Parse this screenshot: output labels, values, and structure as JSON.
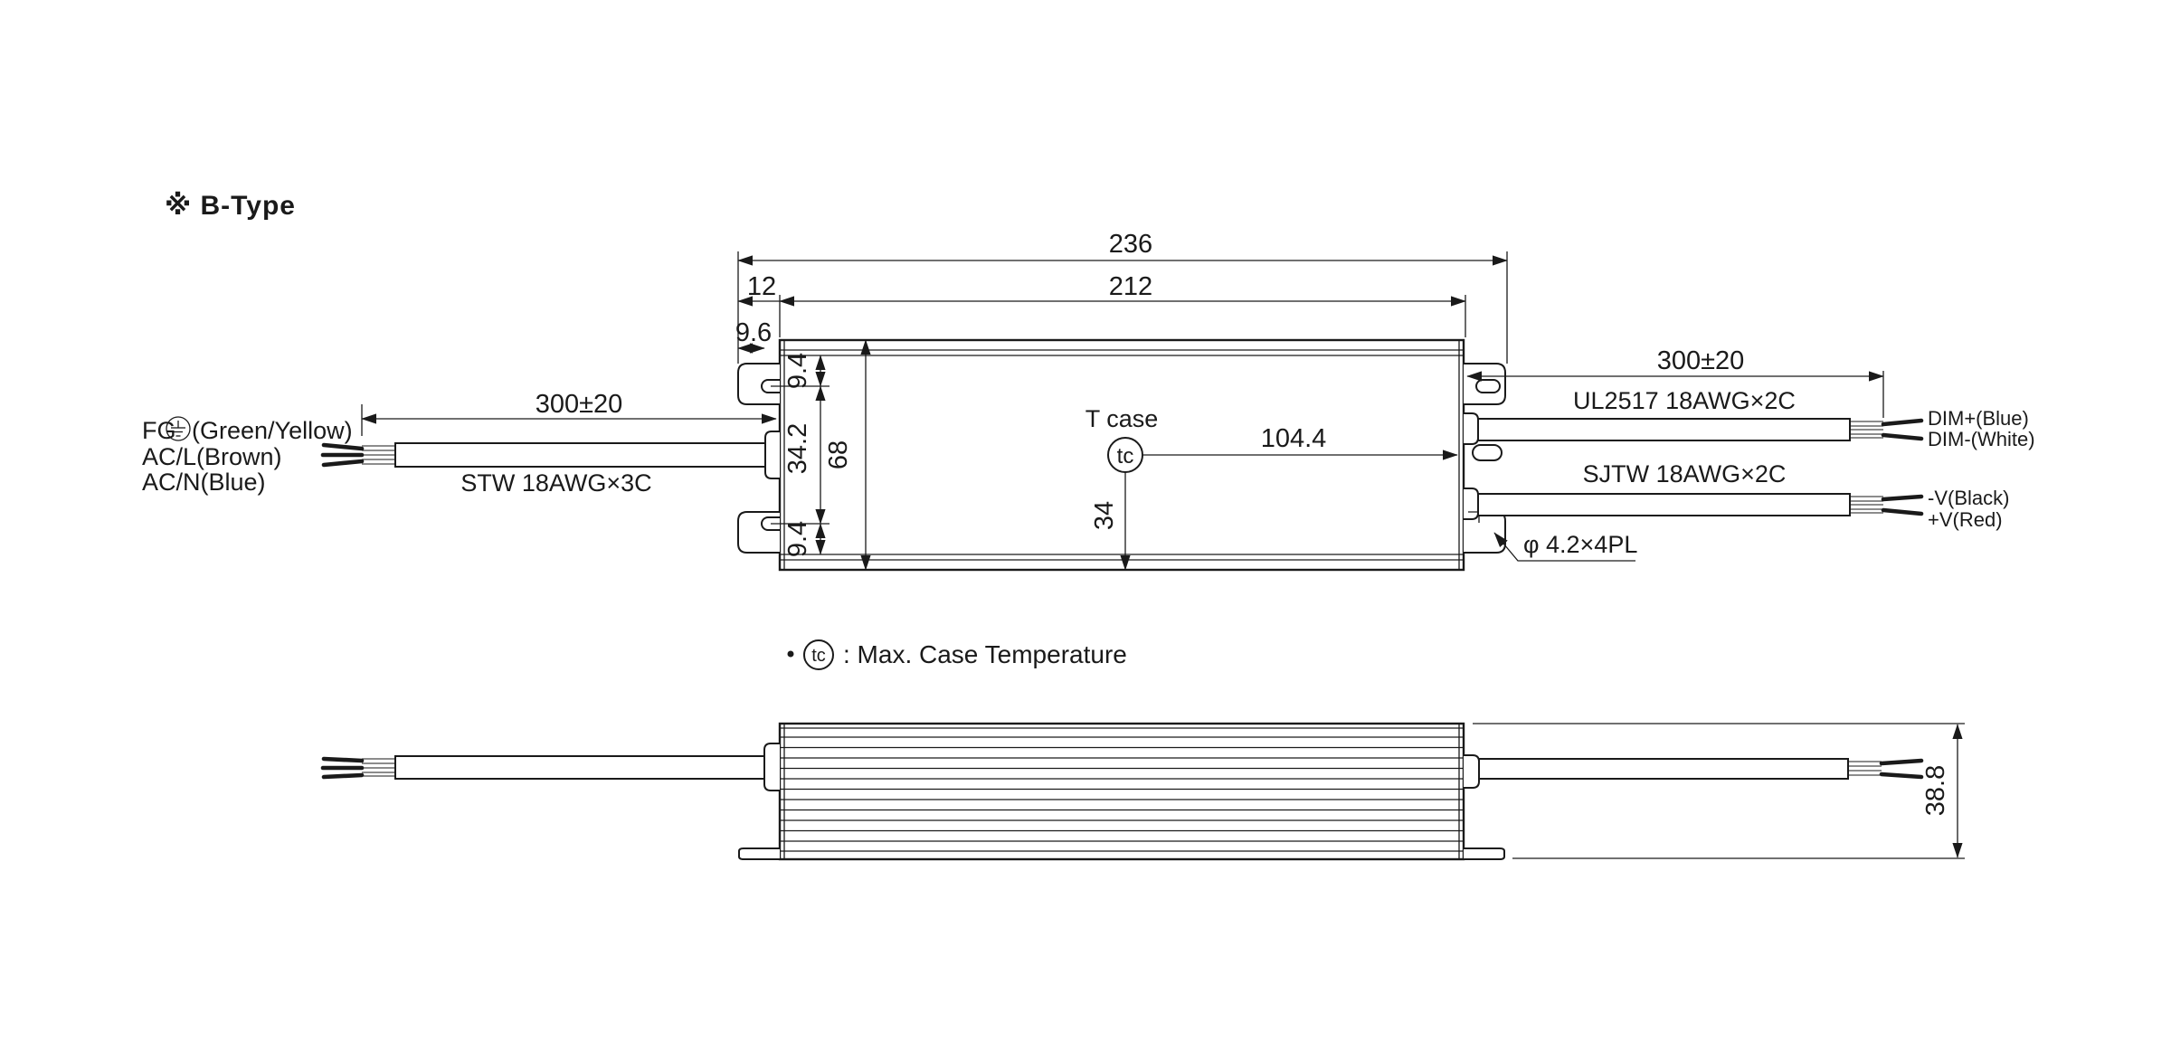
{
  "colors": {
    "ink": "#1a1a1a",
    "bg": "#ffffff"
  },
  "title": "※ B-Type",
  "note": {
    "symbol": "tc",
    "text": ": Max. Case Temperature"
  },
  "top_view": {
    "tc": {
      "label": "T case",
      "symbol": "tc"
    },
    "dims": {
      "overall_length": "236",
      "body_length": "212",
      "bracket_offset": "12",
      "slot_inset": "9.6",
      "slot_top_offset": "9.4",
      "slot_span": "34.2",
      "slot_bottom_offset": "9.4",
      "body_width": "68",
      "tc_from_right": "104.4",
      "tc_from_bottom": "34",
      "input_lead_length": "300±20",
      "output_lead_length": "300±20",
      "mounting_hole": "φ 4.2×4PL"
    },
    "input_labels": {
      "fg": "FG",
      "fg_color": "(Green/Yellow)",
      "line_l": "AC/L(Brown)",
      "line_n": "AC/N(Blue)",
      "cable_type": "STW 18AWG×3C"
    },
    "output_labels": {
      "dim_cable_type": "UL2517 18AWG×2C",
      "dim_plus": "DIM+(Blue)",
      "dim_minus": "DIM-(White)",
      "v_cable_type": "SJTW 18AWG×2C",
      "v_negative": "-V(Black)",
      "v_positive": "+V(Red)"
    }
  },
  "side_view": {
    "dims": {
      "case_height": "38.8"
    }
  }
}
